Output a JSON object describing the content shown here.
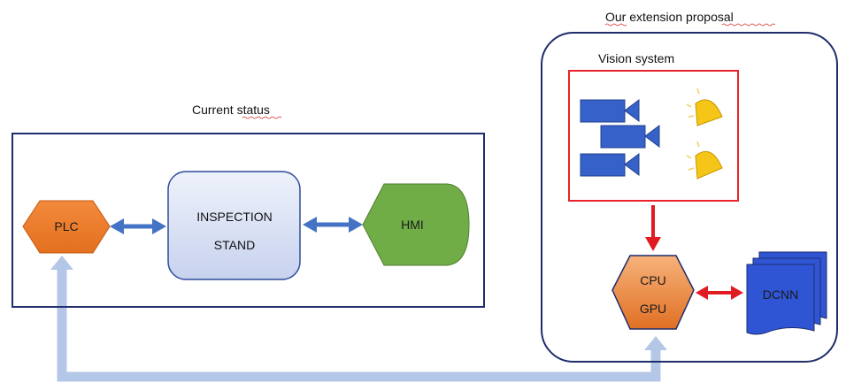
{
  "titles": {
    "current_status": "Current status",
    "extension_proposal": "Our extension proposal",
    "vision_system": "Vision system"
  },
  "nodes": {
    "plc": "PLC",
    "inspection_line1": "INSPECTION",
    "inspection_line2": "STAND",
    "hmi": "HMI",
    "cpu": "CPU",
    "gpu": "GPU",
    "dcnn": "DCNN"
  },
  "icons": {
    "cameras": [
      "camera-icon",
      "camera-icon",
      "camera-icon"
    ],
    "lamps": [
      "lamp-icon",
      "lamp-icon"
    ]
  },
  "colors": {
    "frame_navy": "#1f2d6b",
    "vision_border_red": "#e8242a",
    "plc_orange": "#ed7d31",
    "hmi_green": "#70ad47",
    "dcnn_blue": "#2f55d4",
    "camera_blue": "#3561c8",
    "lamp_yellow": "#f5c518",
    "link_blue_arrow": "#4472c4",
    "feedback_pale_blue": "#b4c7e7",
    "red_arrow": "#e01b22"
  }
}
